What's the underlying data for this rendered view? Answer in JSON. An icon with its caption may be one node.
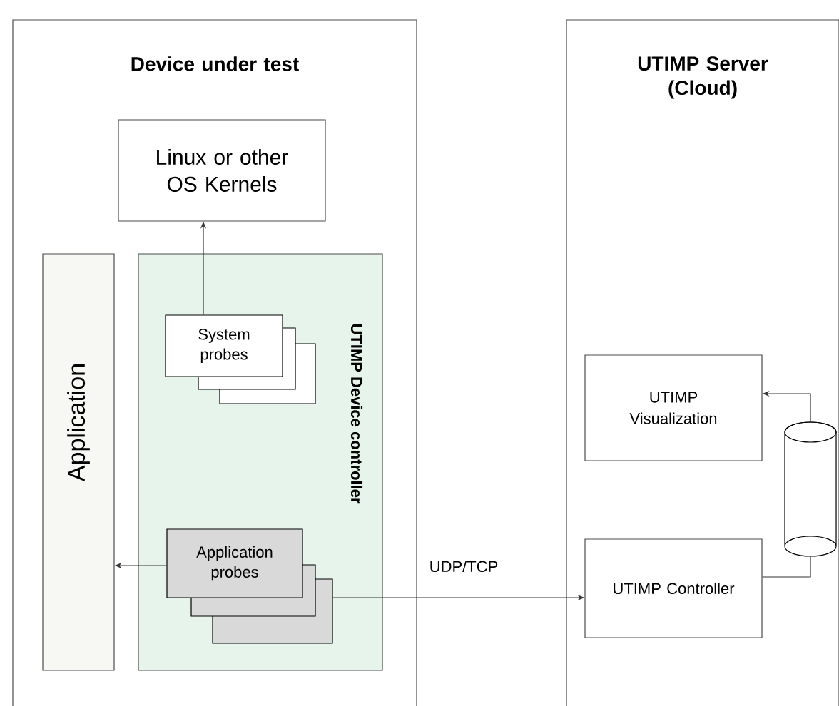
{
  "diagram": {
    "nodes": [
      {
        "text": [
          "Device under test"
        ]
      },
      {
        "text": [
          "Linux or other OS Kernels"
        ],
        "in": 0
      },
      {
        "text": [
          "Application"
        ],
        "in": 0
      },
      {
        "text": [
          "UTIMP Device controller"
        ],
        "in": 0
      },
      {
        "text": [
          "System probes"
        ],
        "in": 3
      },
      {
        "text": [
          "Application probes"
        ],
        "in": 3
      },
      {
        "text": [
          "UTIMP Server (Cloud)"
        ]
      },
      {
        "text": [
          "UTIMP Visualization"
        ],
        "in": 6
      },
      {
        "text": [
          "UTIMP Controller"
        ],
        "in": 6
      },
      {
        "text": [],
        "shape": "cylinder",
        "in": 6
      }
    ],
    "edges": [
      {
        "from": 4,
        "to": 1,
        "arrow": "to"
      },
      {
        "from": 5,
        "to": 2,
        "arrow": "to"
      },
      {
        "from": 5,
        "to": 8,
        "arrow": "to",
        "label": "UDP/TCP"
      },
      {
        "from": 8,
        "to": 9,
        "arrow": "none"
      },
      {
        "from": 9,
        "to": 7,
        "arrow": "to"
      }
    ]
  }
}
